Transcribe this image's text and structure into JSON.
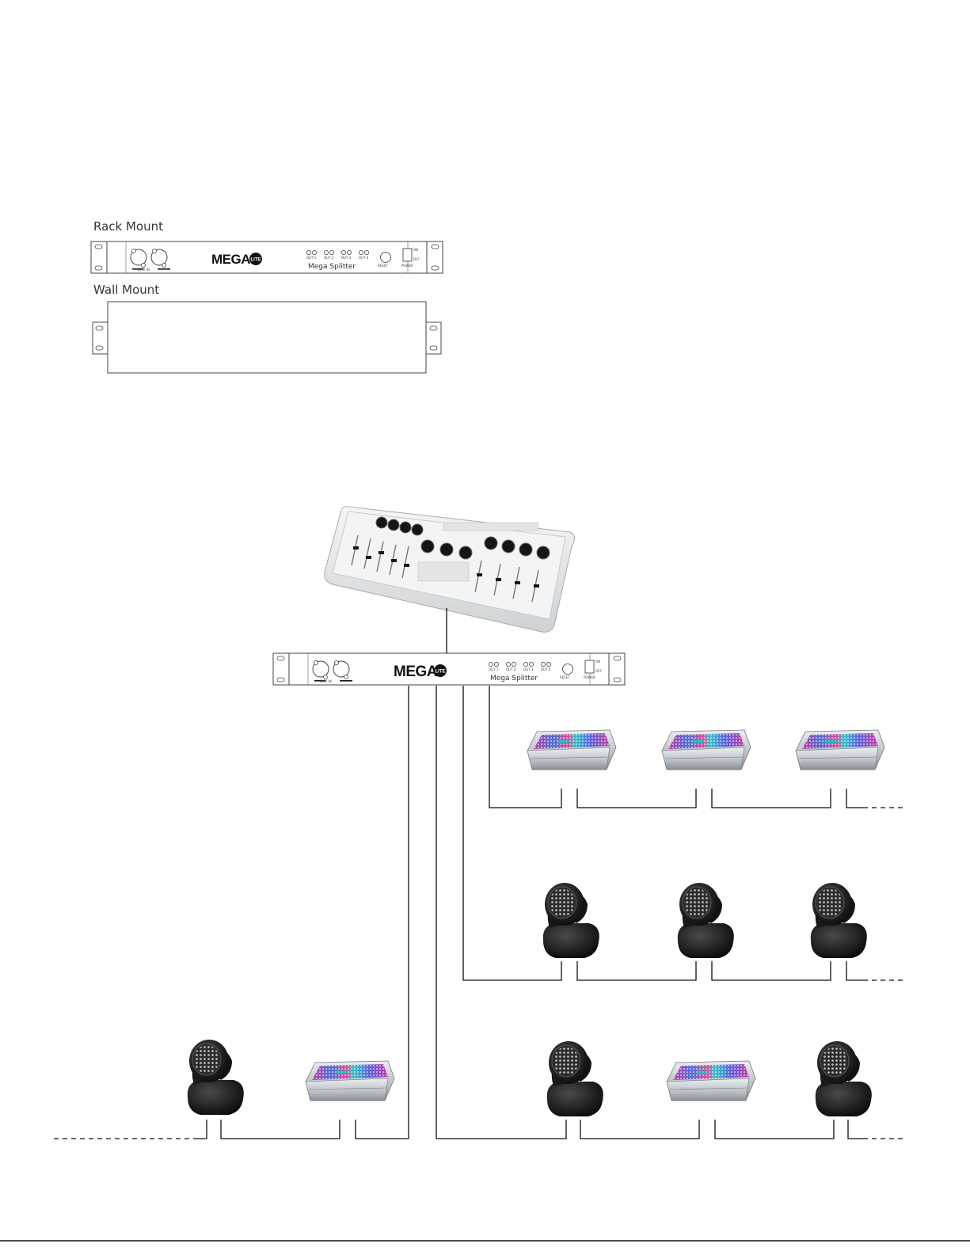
{
  "sections": {
    "rack_mount": "Rack Mount",
    "wall_mount": "Wall Mount"
  },
  "device": {
    "brand_main": "MEGA",
    "brand_badge": "LITE",
    "model": "Mega Splitter",
    "dmx_in_label": "DMX IN",
    "outputs": [
      "OUT 1",
      "OUT 2",
      "OUT 3",
      "OUT 4"
    ],
    "power_on": "ON",
    "power_off": "OFF",
    "power_label": "POWER",
    "reset_label": "RESET"
  }
}
